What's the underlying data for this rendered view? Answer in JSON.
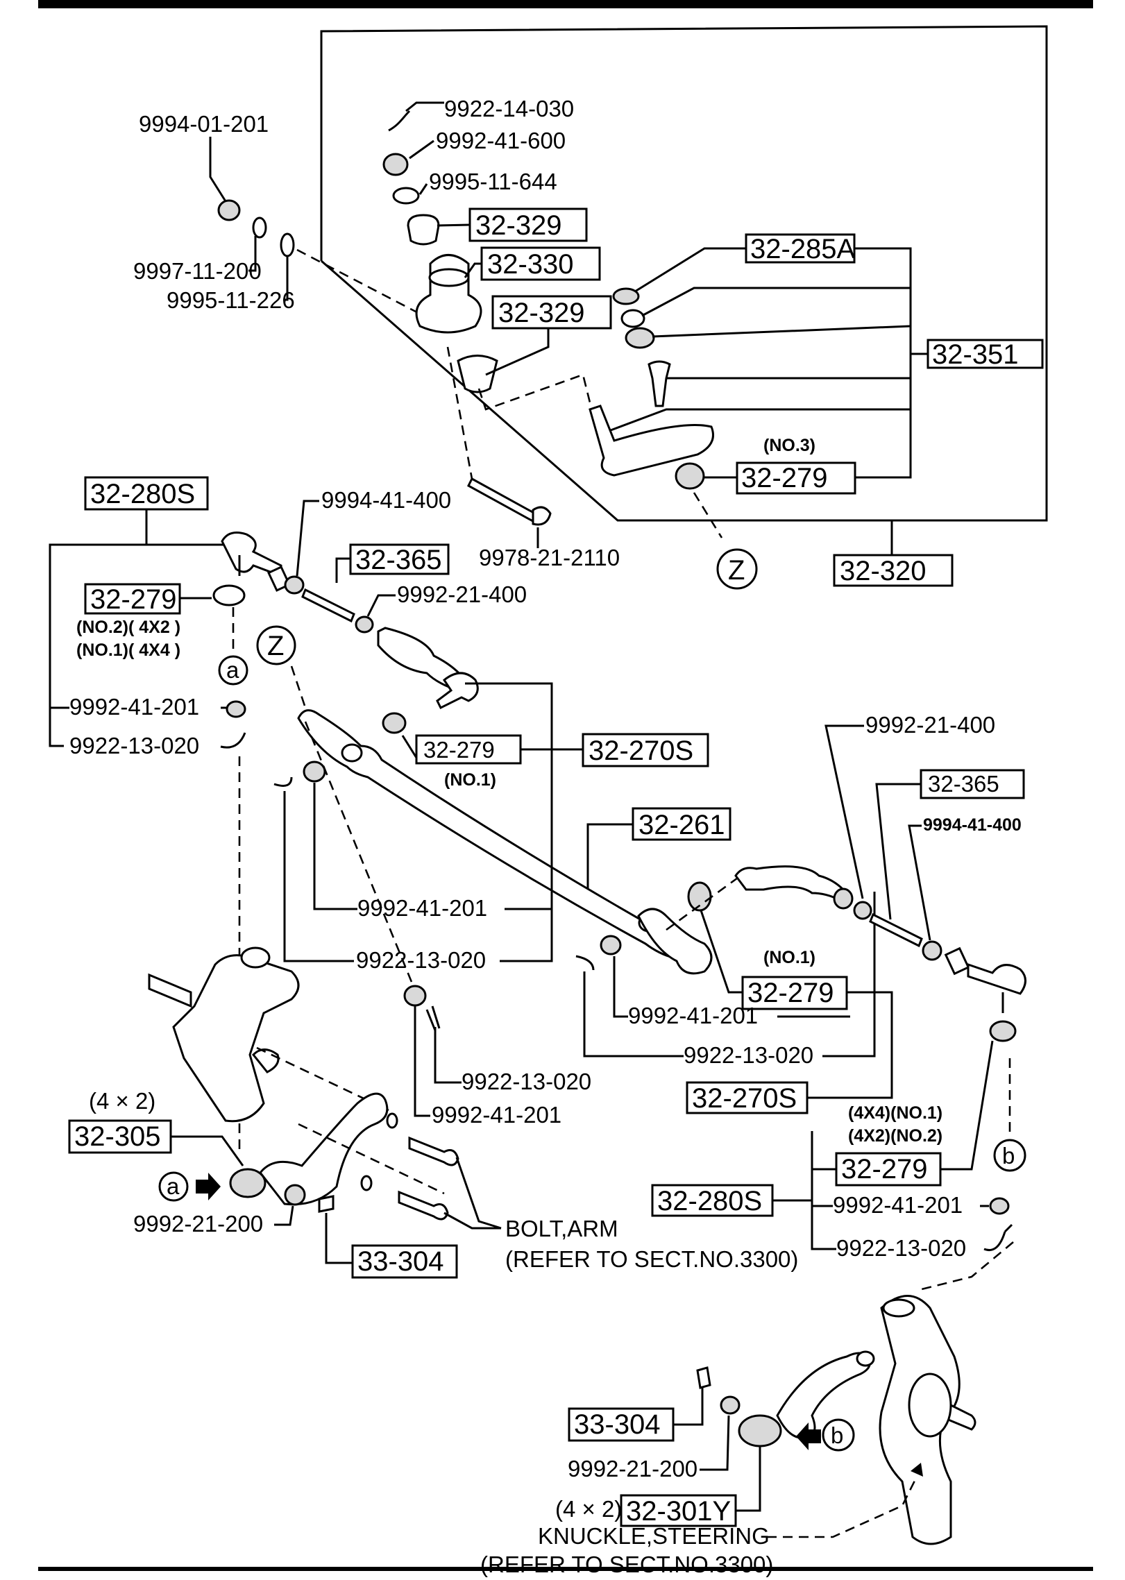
{
  "parts": {
    "p_9994_01_201": "9994-01-201",
    "p_9997_11_200": "9997-11-200",
    "p_9995_11_226": "9995-11-226",
    "p_9922_14_030": "9922-14-030",
    "p_9992_41_600": "9992-41-600",
    "p_9995_11_644": "9995-11-644",
    "p_32_329_a": "32-329",
    "p_32_330": "32-330",
    "p_32_329_b": "32-329",
    "p_32_285A": "32-285A",
    "p_32_351": "32-351",
    "no3": "(NO.3)",
    "p_32_279_top": "32-279",
    "p_9978_21_2110": "9978-21-2110",
    "p_32_320": "32-320",
    "p_32_280S_left": "32-280S",
    "p_9994_41_400_left": "9994-41-400",
    "p_32_365_left": "32-365",
    "p_9992_21_400_left": "9992-21-400",
    "p_32_279_left": "32-279",
    "no2_4x2": "(NO.2)( 4X2 )",
    "no1_4x4": "(NO.1)( 4X4 )",
    "p_9992_41_201_left": "9992-41-201",
    "p_9922_13_020_left": "9922-13-020",
    "p_32_279_mid": "32-279",
    "no1_mid": "(NO.1)",
    "p_32_270S_top": "32-270S",
    "p_32_261": "32-261",
    "p_9992_41_201_c1": "9992-41-201",
    "p_9922_13_020_c1": "9922-13-020",
    "p_9922_13_020_c2": "9922-13-020",
    "p_9992_41_201_c2": "9992-41-201",
    "p_9992_21_400_right": "9992-21-400",
    "p_32_365_right": "32-365",
    "p_9994_41_400_right": "9994-41-400",
    "no1_right": "(NO.1)",
    "p_32_279_right": "32-279",
    "p_9992_41_201_r": "9992-41-201",
    "p_9922_13_020_r": "9922-13-020",
    "p_32_270S_bottom": "32-270S",
    "no1_4x4_r": "(4X4)(NO.1)",
    "no2_4x2_r": "(4X2)(NO.2)",
    "p_32_279_r2": "32-279",
    "p_32_280S_right": "32-280S",
    "p_9992_41_201_r2": "9992-41-201",
    "p_9922_13_020_r2": "9922-13-020",
    "m_4x2_left": "(4 × 2)",
    "p_32_305": "32-305",
    "p_9992_21_200_left": "9992-21-200",
    "p_33_304_left": "33-304",
    "bolt_arm": "BOLT,ARM",
    "refer_3300_a": "(REFER TO SECT.NO.3300)",
    "p_33_304_right": "33-304",
    "p_9992_21_200_right": "9992-21-200",
    "m_4x2_right": "(4 × 2)",
    "p_32_301Y": "32-301Y",
    "knuckle": "KNUCKLE,STEERING",
    "refer_3300_b": "(REFER TO SECT.NO.3300)"
  },
  "markers": {
    "z": "Z",
    "a": "a",
    "b": "b"
  }
}
